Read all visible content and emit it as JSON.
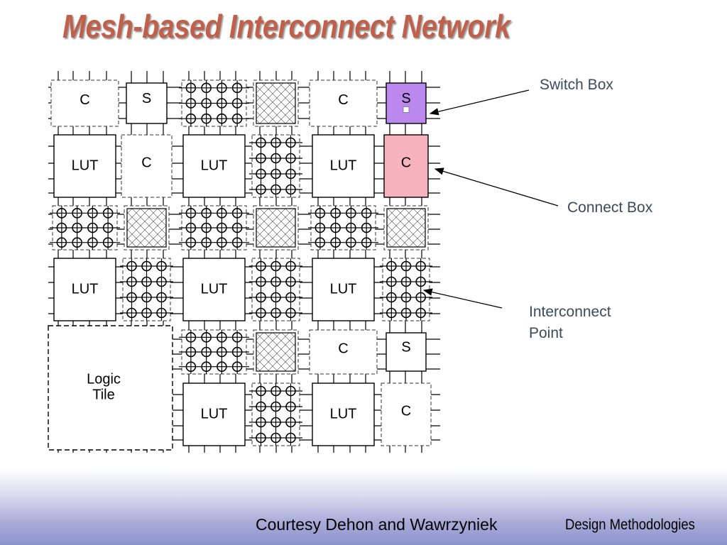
{
  "title": "Mesh-based Interconnect Network",
  "labels": {
    "lut": "LUT",
    "connect": "C",
    "switch": "S",
    "logic_tile_line1": "Logic",
    "logic_tile_line2": "Tile"
  },
  "callouts": {
    "switch_box": "Switch Box",
    "connect_box": "Connect Box",
    "interconnect_point_line1": "Interconnect",
    "interconnect_point_line2": "Point"
  },
  "footer": {
    "credit": "Courtesy Dehon and Wawrzyniek",
    "section": "Design Methodologies"
  },
  "colors": {
    "title": "#c0604a",
    "highlight_switch": "#bb88ee",
    "highlight_connect": "#f7b3bd",
    "callout_text": "#3b4b5b"
  }
}
